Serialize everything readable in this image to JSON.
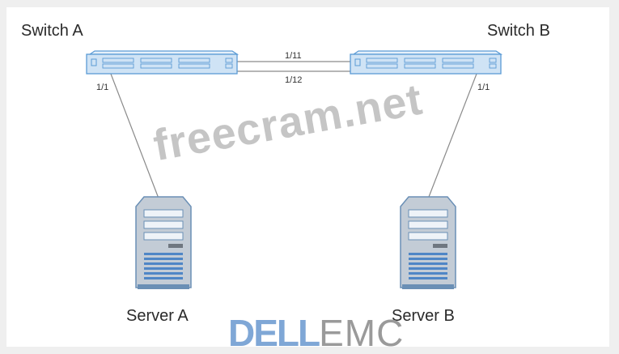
{
  "diagram": {
    "devices": {
      "switch_a": {
        "label": "Switch A",
        "type": "switch"
      },
      "switch_b": {
        "label": "Switch B",
        "type": "switch"
      },
      "server_a": {
        "label": "Server A",
        "type": "server"
      },
      "server_b": {
        "label": "Server B",
        "type": "server"
      }
    },
    "links": [
      {
        "from": "switch_a",
        "to": "switch_b",
        "label": "1/11"
      },
      {
        "from": "switch_a",
        "to": "switch_b",
        "label": "1/12"
      },
      {
        "from": "switch_a",
        "to": "server_a",
        "label": "1/1"
      },
      {
        "from": "switch_b",
        "to": "server_b",
        "label": "1/1"
      }
    ]
  },
  "watermark": "freecram.net",
  "logo": {
    "part1": "DELL",
    "part2": "EMC"
  },
  "colors": {
    "device_fill": "#cfe3f5",
    "device_stroke": "#5b9bd5",
    "link": "#8a8a8a",
    "server_body": "#c3ccd6",
    "server_stroke": "#6a8fb5",
    "vent": "#4f86c6"
  }
}
